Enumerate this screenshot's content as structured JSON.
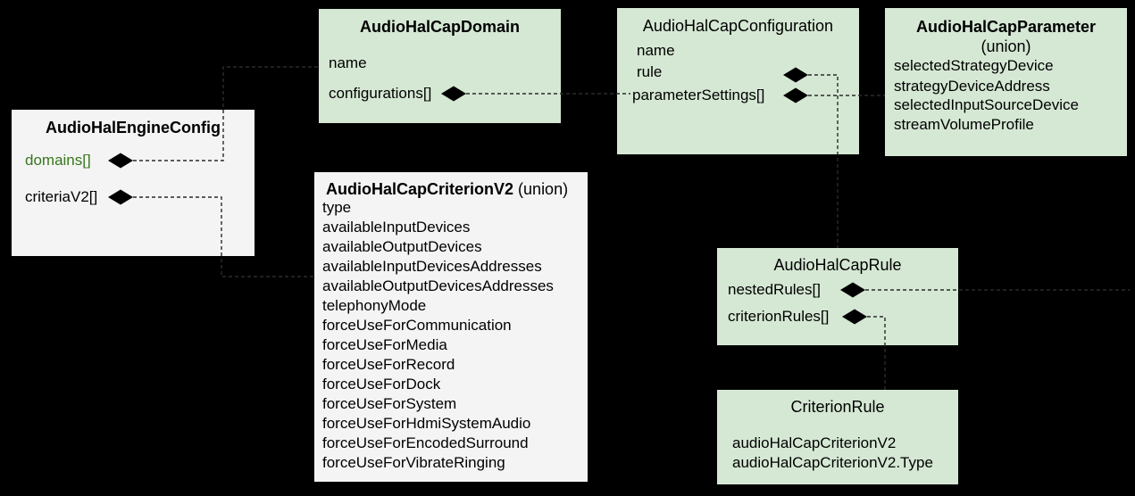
{
  "colors": {
    "background": "#000000",
    "green_box_fill": "#d5e8d4",
    "gray_box_fill": "#f4f4f4",
    "text": "#000000",
    "domains_field_text": "#38761d",
    "connector": "#000000"
  },
  "icons": {
    "composition_diamond": "◆"
  },
  "boxes": {
    "engine_config": {
      "title": "AudioHalEngineConfig",
      "fields": [
        "domains[]",
        "criteriaV2[]"
      ]
    },
    "cap_domain": {
      "title": "AudioHalCapDomain",
      "fields": [
        "name",
        "configurations[]"
      ]
    },
    "cap_configuration": {
      "title": "AudioHalCapConfiguration",
      "fields": [
        "name",
        "rule",
        "parameterSettings[]"
      ]
    },
    "cap_parameter": {
      "title": "AudioHalCapParameter",
      "subtitle": "(union)",
      "fields": [
        "selectedStrategyDevice",
        "strategyDeviceAddress",
        "selectedInputSourceDevice",
        "streamVolumeProfile"
      ]
    },
    "cap_criterion_v2": {
      "title": "AudioHalCapCriterionV2",
      "subtitle": "(union)",
      "fields": [
        "type",
        "availableInputDevices",
        "availableOutputDevices",
        "availableInputDevicesAddresses",
        "availableOutputDevicesAddresses",
        "telephonyMode",
        "forceUseForCommunication",
        "forceUseForMedia",
        "forceUseForRecord",
        "forceUseForDock",
        "forceUseForSystem",
        "forceUseForHdmiSystemAudio",
        "forceUseForEncodedSurround",
        "forceUseForVibrateRinging"
      ]
    },
    "cap_rule": {
      "title": "AudioHalCapRule",
      "fields": [
        "nestedRules[]",
        "criterionRules[]"
      ]
    },
    "criterion_rule": {
      "title": "CriterionRule",
      "fields": [
        "audioHalCapCriterionV2",
        "audioHalCapCriterionV2.Type"
      ]
    }
  }
}
